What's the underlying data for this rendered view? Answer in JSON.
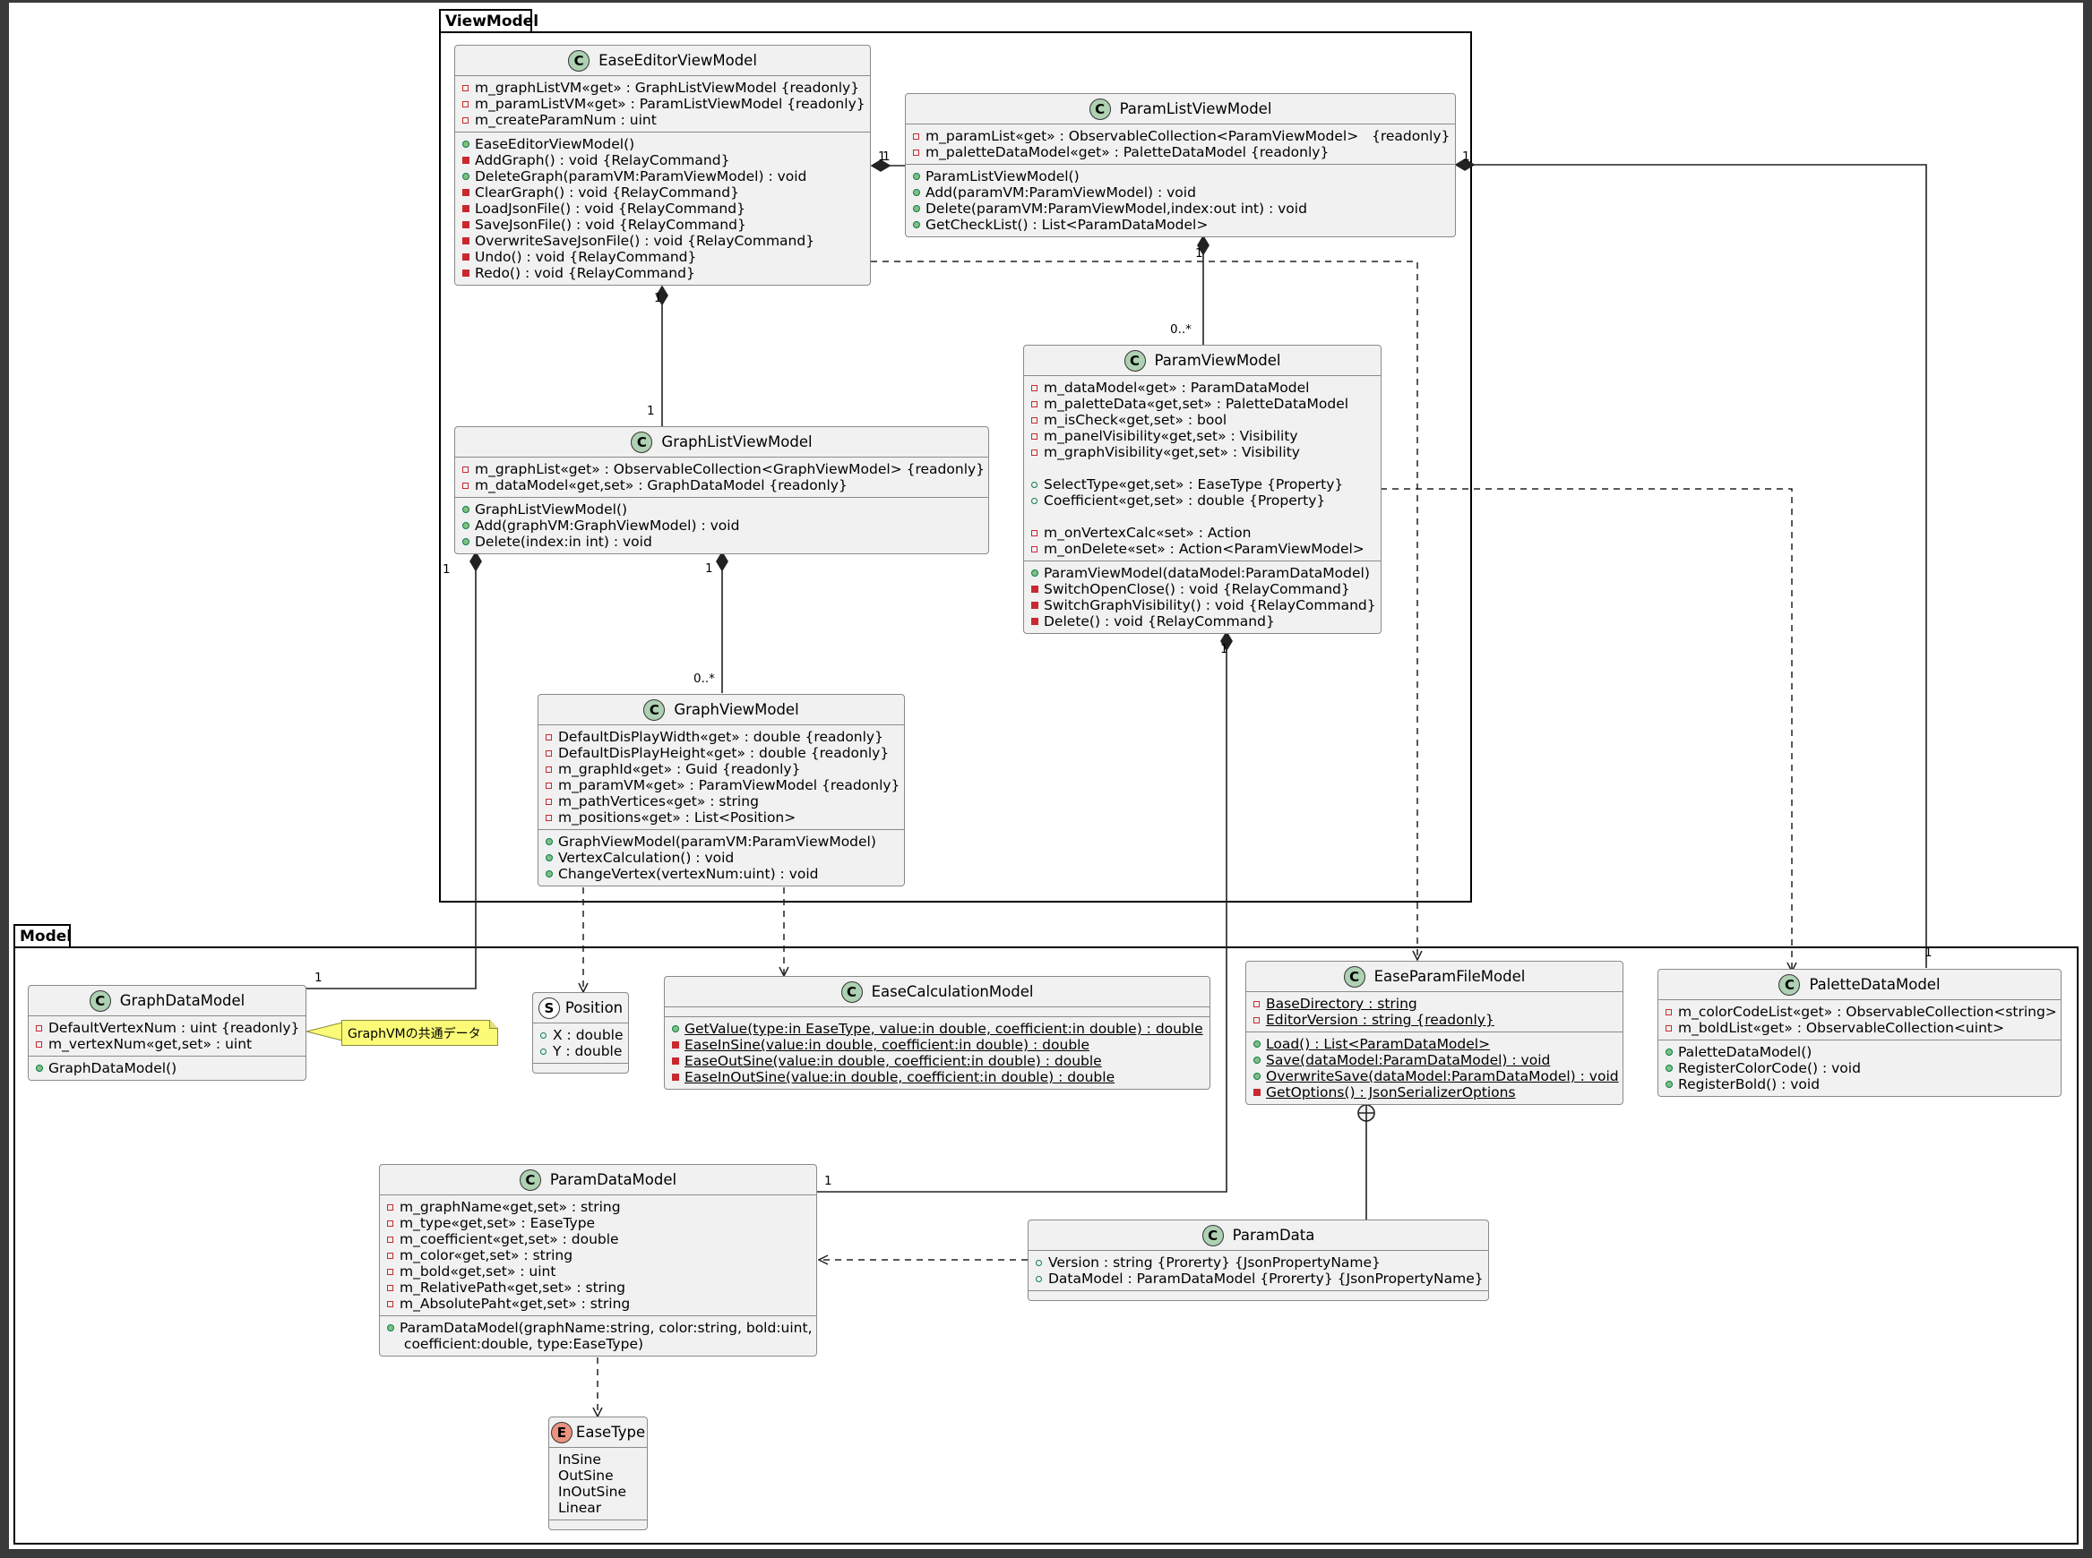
{
  "packages": {
    "viewmodel": "ViewModel",
    "model": "Model"
  },
  "classes": {
    "easeEditorVM": {
      "name": "EaseEditorViewModel",
      "fields": [
        "m_graphListVM«get» : GraphListViewModel {readonly}",
        "m_paramListVM«get» : ParamListViewModel {readonly}",
        "m_createParamNum : uint"
      ],
      "methods": [
        "EaseEditorViewModel()",
        "AddGraph() : void {RelayCommand}",
        "DeleteGraph(paramVM:ParamViewModel) : void",
        "ClearGraph() : void {RelayCommand}",
        "LoadJsonFile() : void {RelayCommand}",
        "SaveJsonFile() : void {RelayCommand}",
        "OverwriteSaveJsonFile() : void {RelayCommand}",
        "Undo() : void {RelayCommand}",
        "Redo() : void {RelayCommand}"
      ]
    },
    "paramListVM": {
      "name": "ParamListViewModel",
      "fields": [
        "m_paramList«get» : ObservableCollection<ParamViewModel>   {readonly}",
        "m_paletteDataModel«get» : PaletteDataModel {readonly}"
      ],
      "methods": [
        "ParamListViewModel()",
        "Add(paramVM:ParamViewModel) : void",
        "Delete(paramVM:ParamViewModel,index:out int) : void",
        "GetCheckList() : List<ParamDataModel>"
      ]
    },
    "paramVM": {
      "name": "ParamViewModel",
      "fields": [
        "m_dataModel«get» : ParamDataModel",
        "m_paletteData«get,set» : PaletteDataModel",
        "m_isCheck«get,set» : bool",
        "m_panelVisibility«get,set» : Visibility",
        "m_graphVisibility«get,set» : Visibility",
        "",
        "SelectType«get,set» : EaseType {Property}",
        "Coefficient«get,set» : double {Property}",
        "",
        "m_onVertexCalc«set» : Action",
        "m_onDelete«set» : Action<ParamViewModel>"
      ],
      "methods": [
        "ParamViewModel(dataModel:ParamDataModel)",
        "SwitchOpenClose() : void {RelayCommand}",
        "SwitchGraphVisibility() : void {RelayCommand}",
        "Delete() : void {RelayCommand}"
      ]
    },
    "graphListVM": {
      "name": "GraphListViewModel",
      "fields": [
        "m_graphList«get» : ObservableCollection<GraphViewModel> {readonly}",
        "m_dataModel«get,set» : GraphDataModel {readonly}"
      ],
      "methods": [
        "GraphListViewModel()",
        "Add(graphVM:GraphViewModel) : void",
        "Delete(index:in int) : void"
      ]
    },
    "graphVM": {
      "name": "GraphViewModel",
      "fields": [
        "DefaultDisPlayWidth«get» : double {readonly}",
        "DefaultDisPlayHeight«get» : double {readonly}",
        "m_graphId«get» : Guid {readonly}",
        "m_paramVM«get» : ParamViewModel {readonly}",
        "m_pathVertices«get» : string",
        "m_positions«get» : List<Position>"
      ],
      "methods": [
        "GraphViewModel(paramVM:ParamViewModel)",
        "VertexCalculation() : void",
        "ChangeVertex(vertexNum:uint) : void"
      ]
    },
    "graphDataModel": {
      "name": "GraphDataModel",
      "fields": [
        "DefaultVertexNum : uint {readonly}",
        "m_vertexNum«get,set» : uint"
      ],
      "methods": [
        "GraphDataModel()"
      ]
    },
    "position": {
      "name": "Position",
      "fields": [
        "X : double",
        "Y : double"
      ]
    },
    "easeCalcModel": {
      "name": "EaseCalculationModel",
      "methods": [
        "GetValue(type:in EaseType, value:in double, coefficient:in double) : double",
        "EaseInSine(value:in double, coefficient:in double) : double",
        "EaseOutSine(value:in double, coefficient:in double) : double",
        "EaseInOutSine(value:in double, coefficient:in double) : double"
      ]
    },
    "easeParamFileModel": {
      "name": "EaseParamFileModel",
      "fields": [
        "BaseDirectory : string",
        "EditorVersion : string {readonly}"
      ],
      "methods": [
        "Load() : List<ParamDataModel>",
        "Save(dataModel:ParamDataModel) : void",
        "OverwriteSave(dataModel:ParamDataModel) : void",
        "GetOptions() : JsonSerializerOptions"
      ]
    },
    "paletteDataModel": {
      "name": "PaletteDataModel",
      "fields": [
        "m_colorCodeList«get» : ObservableCollection<string>",
        "m_boldList«get» : ObservableCollection<uint>"
      ],
      "methods": [
        "PaletteDataModel()",
        "RegisterColorCode() : void",
        "RegisterBold() : void"
      ]
    },
    "paramDataModel": {
      "name": "ParamDataModel",
      "fields": [
        "m_graphName«get,set» : string",
        "m_type«get,set» : EaseType",
        "m_coefficient«get,set» : double",
        "m_color«get,set» : string",
        "m_bold«get,set» : uint",
        "m_RelativePath«get,set» : string",
        "m_AbsolutePaht«get,set» : string"
      ],
      "methods": [
        "ParamDataModel(graphName:string, color:string, bold:uint,",
        " coefficient:double, type:EaseType)"
      ]
    },
    "paramData": {
      "name": "ParamData",
      "fields": [
        "Version : string {Prorerty} {JsonPropertyName}",
        "DataModel : ParamDataModel {Prorerty} {JsonPropertyName}"
      ]
    },
    "easeType": {
      "name": "EaseType",
      "values": [
        "InSine",
        "OutSine",
        "InOutSine",
        "Linear"
      ]
    }
  },
  "stereotypes": {
    "class": "C",
    "struct": "S",
    "enum": "E"
  },
  "note": {
    "text": "GraphVMの共通データ"
  },
  "multiplicities": {
    "editor_paramlist_a": "1",
    "editor_paramlist_b": "1",
    "editor_graphlist_top": "1",
    "editor_graphlist_bottom": "1",
    "paramlist_paramvm_top": "1",
    "paramlist_paramvm_bottom": "0..*",
    "graphlist_graphvm_top": "1",
    "graphlist_graphvm_bottom": "0..*",
    "graphlist_graphdata_top": "1",
    "graphlist_graphdata_bottom": "1",
    "paramvm_paramdata_top": "1",
    "paramvm_paramdata_bottom": "1",
    "paramlist_palette_left": "1",
    "paramlist_palette_bottom": "1"
  },
  "colors": {
    "class_fill": "#f1f1f1",
    "class_border": "#8a8a8a",
    "class_stereo": "#add1b2",
    "enum_stereo": "#eb937f",
    "note_fill": "#fbfb77",
    "private_marker": "#c82930",
    "public_marker": "#038048"
  }
}
